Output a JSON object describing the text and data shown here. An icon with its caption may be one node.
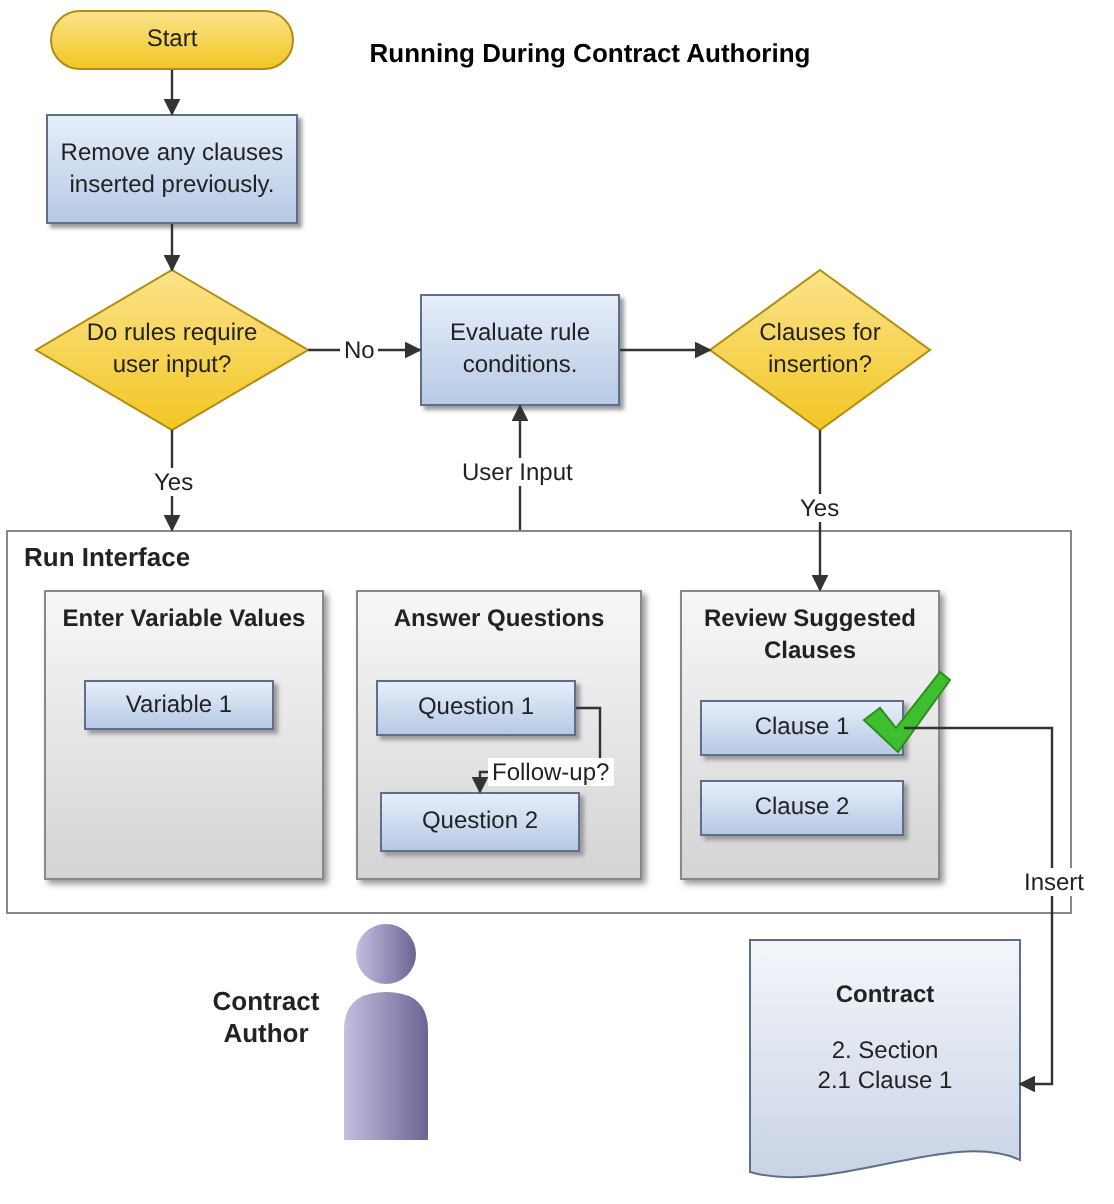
{
  "diagram": {
    "title": "Running During Contract Authoring",
    "nodes": [
      {
        "text": [
          "Start"
        ]
      },
      {
        "text": [
          "Remove any clauses inserted previously."
        ]
      },
      {
        "text": [
          "Do rules require user input?"
        ]
      },
      {
        "text": [
          "Evaluate rule conditions."
        ]
      },
      {
        "text": [
          "Clauses for insertion?"
        ]
      },
      {
        "text": [
          "Run Interface"
        ]
      },
      {
        "text": [
          "Enter Variable Values"
        ],
        "in": 5
      },
      {
        "text": [
          "Variable 1"
        ],
        "in": 6
      },
      {
        "text": [
          "Answer Questions"
        ],
        "in": 5
      },
      {
        "text": [
          "Question 1"
        ],
        "in": 8
      },
      {
        "text": [
          "Question 2"
        ],
        "in": 8
      },
      {
        "text": [
          "Review Suggested Clauses"
        ],
        "in": 5
      },
      {
        "text": [
          "Clause 1"
        ],
        "in": 11
      },
      {
        "text": [
          "Clause 2"
        ],
        "in": 11
      },
      {
        "text": [
          "Contract",
          "2. Section",
          "2.1 Clause 1"
        ]
      }
    ],
    "edges": [
      {
        "from": 0,
        "to": 1,
        "arrow": "to"
      },
      {
        "from": 1,
        "to": 2,
        "arrow": "to"
      },
      {
        "from": 2,
        "to": 3,
        "label": "No",
        "arrow": "to"
      },
      {
        "from": 2,
        "to": 5,
        "label": "Yes",
        "arrow": "to"
      },
      {
        "from": 5,
        "to": 3,
        "label": "User Input",
        "arrow": "to"
      },
      {
        "from": 3,
        "to": 4,
        "arrow": "to"
      },
      {
        "from": 4,
        "to": 11,
        "label": "Yes",
        "arrow": "to"
      },
      {
        "from": 9,
        "to": 10,
        "label": "Follow-up?",
        "arrow": "to"
      },
      {
        "from": 12,
        "to": 14,
        "label": "Insert",
        "arrow": "to"
      }
    ],
    "labels": [
      "Contract Author"
    ]
  }
}
